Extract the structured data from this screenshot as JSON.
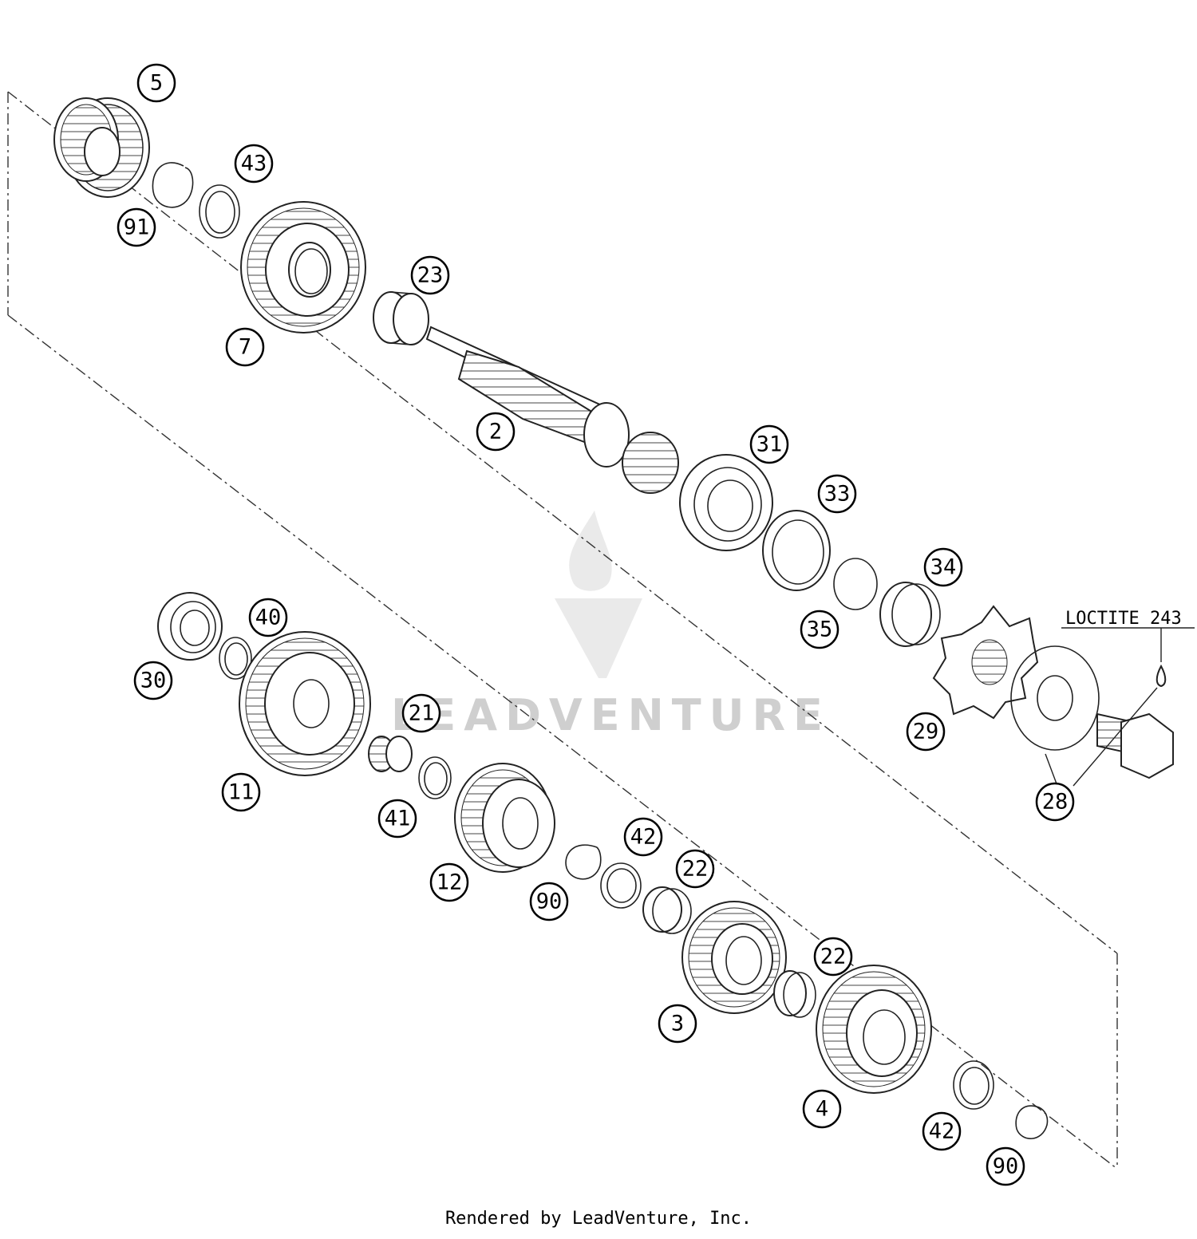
{
  "callouts": [
    {
      "id": "c5",
      "label": "5"
    },
    {
      "id": "c43",
      "label": "43"
    },
    {
      "id": "c91",
      "label": "91"
    },
    {
      "id": "c7",
      "label": "7"
    },
    {
      "id": "c23",
      "label": "23"
    },
    {
      "id": "c2",
      "label": "2"
    },
    {
      "id": "c31",
      "label": "31"
    },
    {
      "id": "c33",
      "label": "33"
    },
    {
      "id": "c34",
      "label": "34"
    },
    {
      "id": "c35",
      "label": "35"
    },
    {
      "id": "c29",
      "label": "29"
    },
    {
      "id": "c28",
      "label": "28"
    },
    {
      "id": "c40",
      "label": "40"
    },
    {
      "id": "c30",
      "label": "30"
    },
    {
      "id": "c11",
      "label": "11"
    },
    {
      "id": "c21",
      "label": "21"
    },
    {
      "id": "c41",
      "label": "41"
    },
    {
      "id": "c12",
      "label": "12"
    },
    {
      "id": "c42a",
      "label": "42"
    },
    {
      "id": "c22a",
      "label": "22"
    },
    {
      "id": "c90a",
      "label": "90"
    },
    {
      "id": "c22b",
      "label": "22"
    },
    {
      "id": "c3",
      "label": "3"
    },
    {
      "id": "c4",
      "label": "4"
    },
    {
      "id": "c42b",
      "label": "42"
    },
    {
      "id": "c90b",
      "label": "90"
    }
  ],
  "note": "LOCTITE 243",
  "watermark": "LEADVENTURE",
  "footer": "Rendered by LeadVenture, Inc."
}
